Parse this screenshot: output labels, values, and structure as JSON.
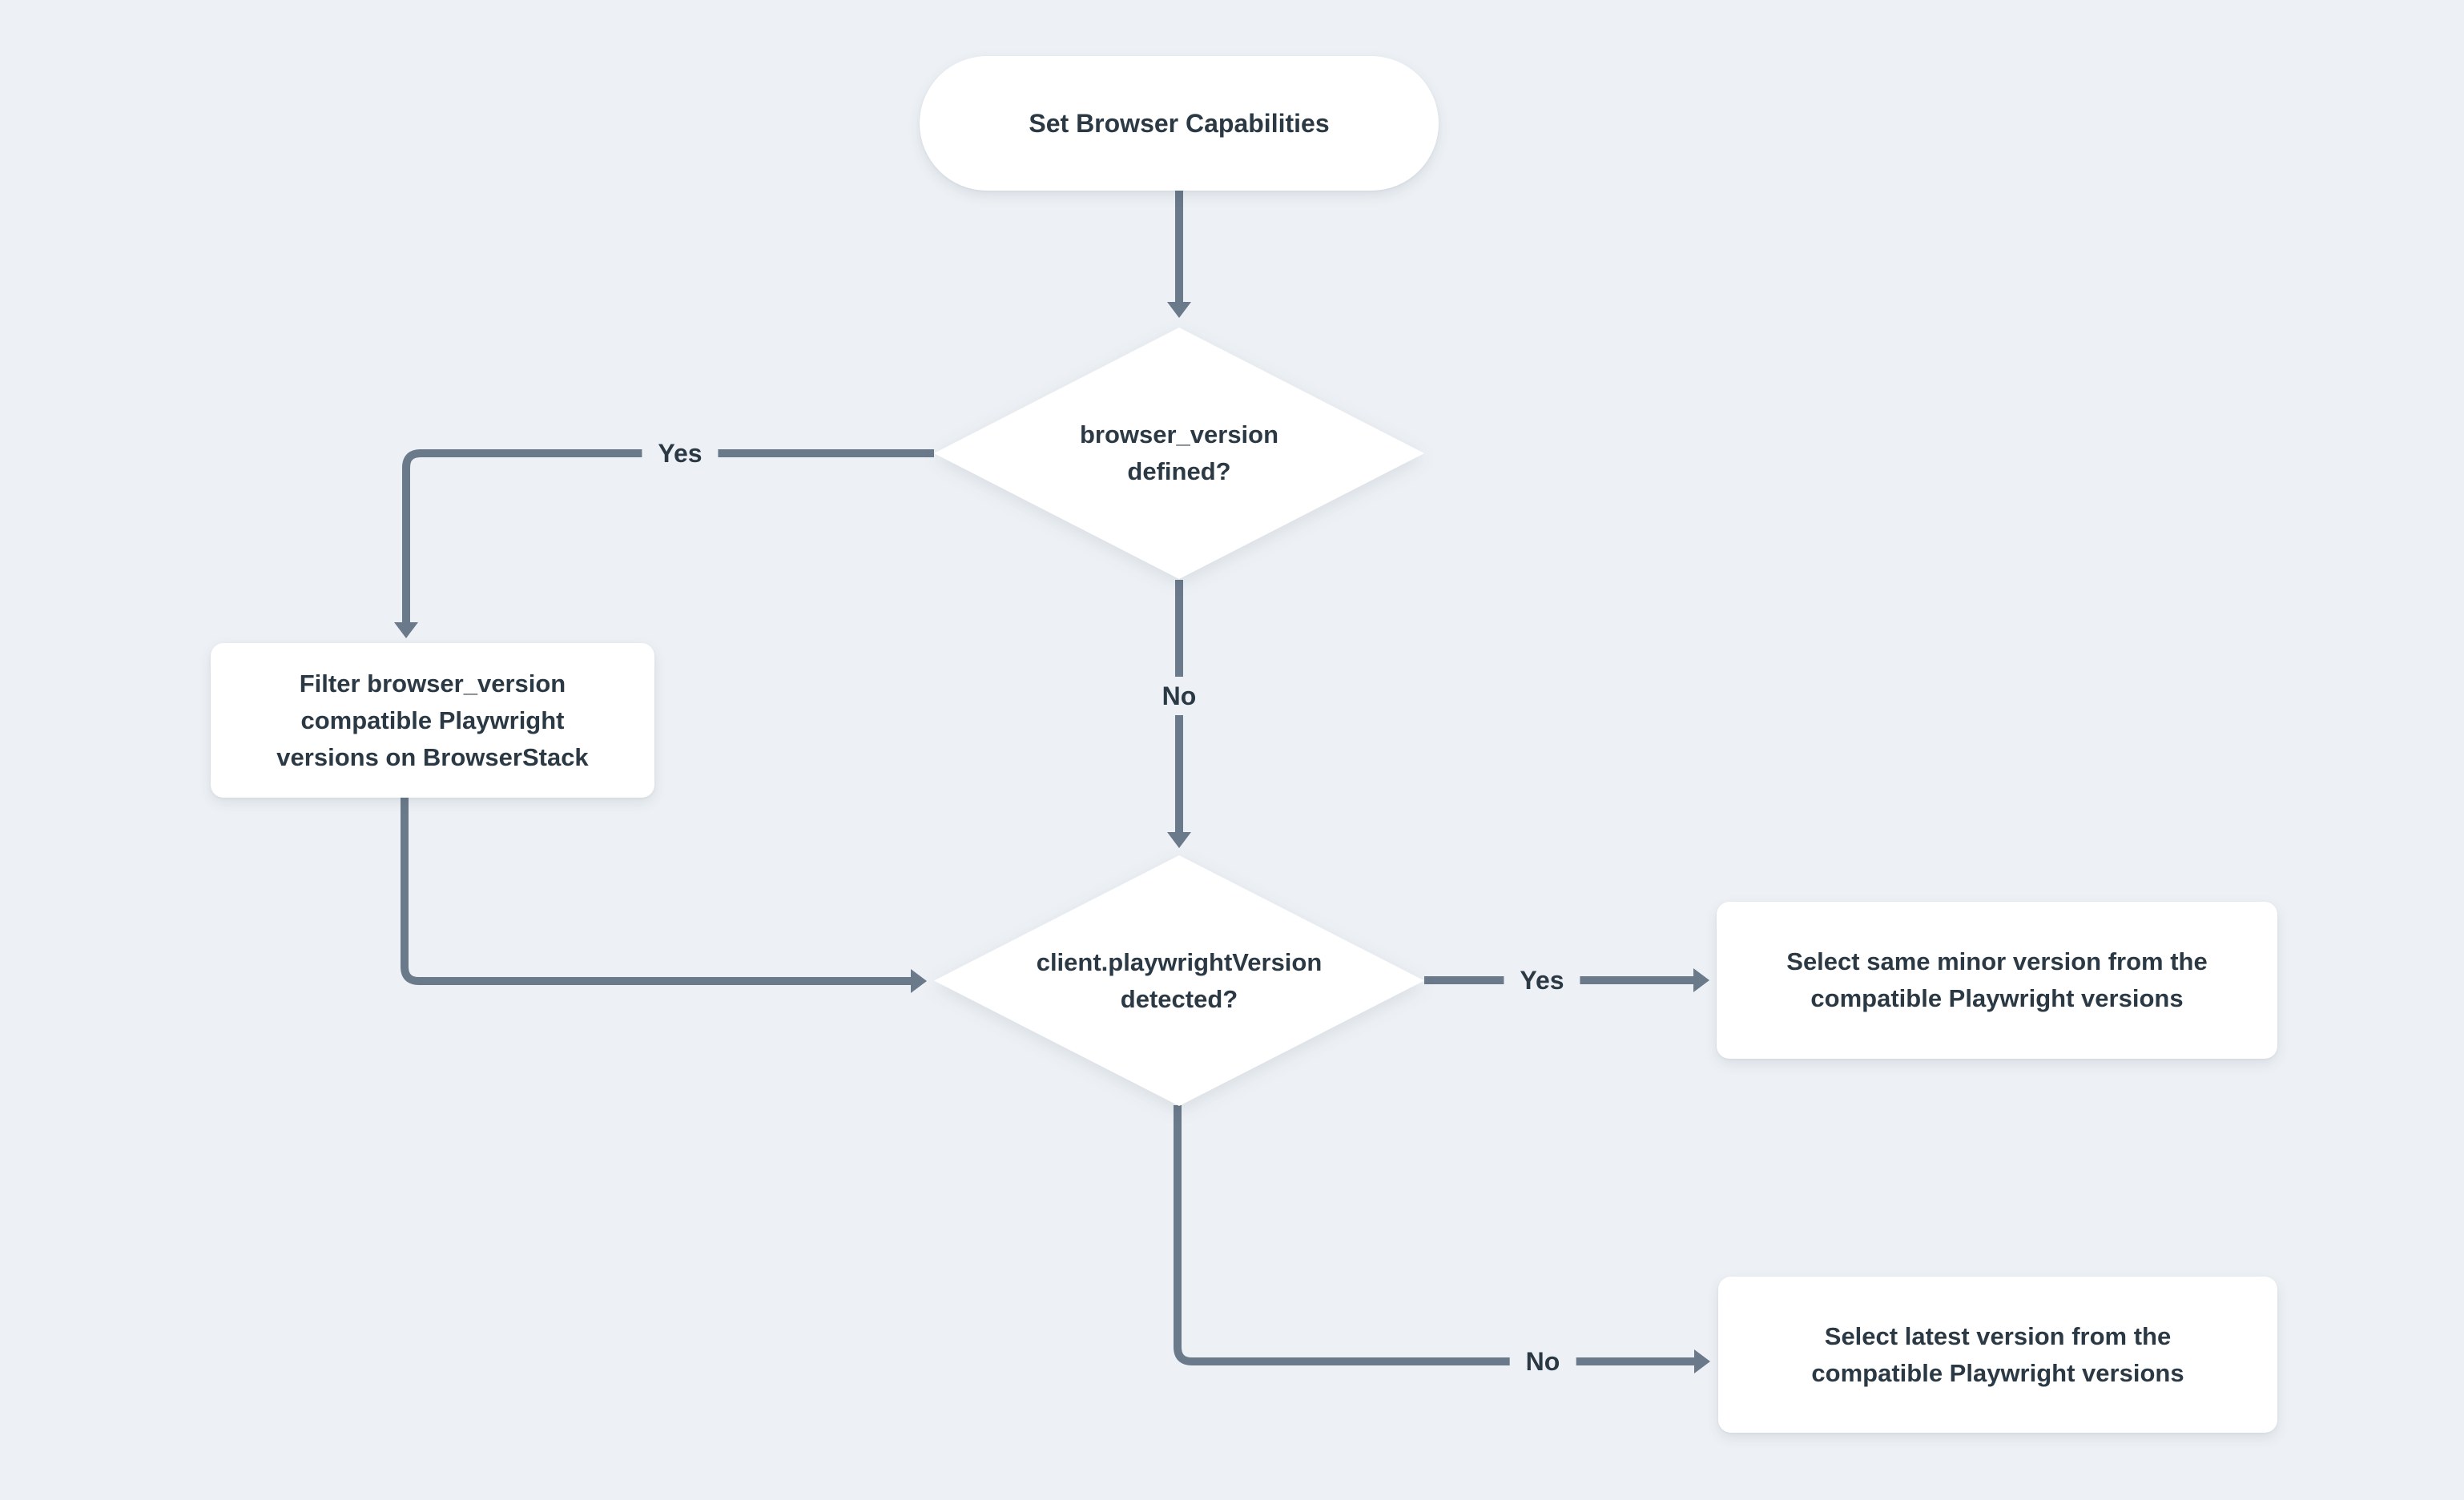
{
  "colors": {
    "background": "#edf1f5",
    "node-fill": "#ffffff",
    "edge": "#6b7a8b",
    "text": "#2b3945"
  },
  "flowchart": {
    "nodes": {
      "start": "Set Browser Capabilities",
      "decision_browser_version": [
        "browser_version",
        "defined?"
      ],
      "filter_versions": [
        "Filter browser_version",
        "compatible Playwright",
        "versions on BrowserStack"
      ],
      "decision_playwright_version": [
        "client.playwrightVersion",
        "detected?"
      ],
      "select_same_minor": [
        "Select same minor version from the",
        "compatible Playwright versions"
      ],
      "select_latest": [
        "Select latest version from the",
        "compatible Playwright versions"
      ]
    },
    "edge_labels": {
      "browser_version_yes": "Yes",
      "browser_version_no": "No",
      "playwright_version_yes": "Yes",
      "playwright_version_no": "No"
    }
  }
}
